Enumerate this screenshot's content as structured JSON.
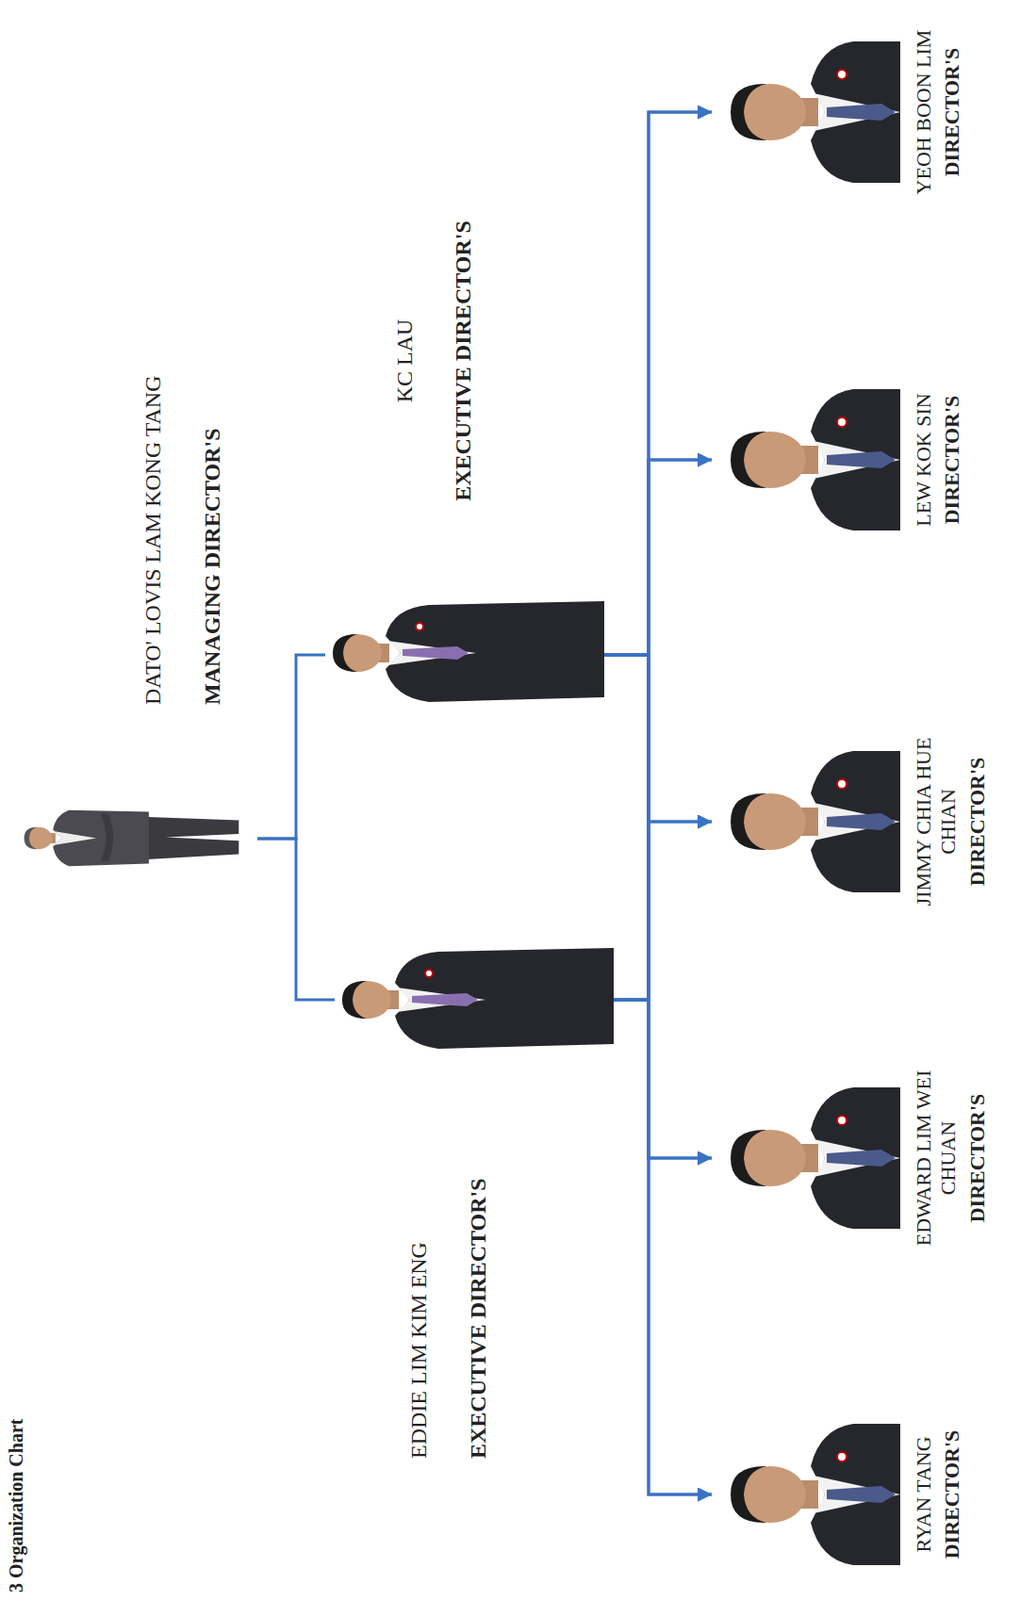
{
  "diagram": {
    "title": "3 Organization Chart",
    "nodes": [
      {
        "text": [
          "DATO' LOVIS LAM KONG TANG",
          "MANAGING DIRECTOR'S"
        ]
      },
      {
        "text": [
          "EDDIE LIM KIM ENG",
          "EXECUTIVE DIRECTOR'S"
        ]
      },
      {
        "text": [
          "KC LAU",
          "EXECUTIVE DIRECTOR'S"
        ]
      },
      {
        "text": [
          "RYAN TANG",
          "DIRECTOR'S"
        ]
      },
      {
        "text": [
          "EDWARD LIM WEI CHUAN",
          "DIRECTOR'S"
        ]
      },
      {
        "text": [
          "JIMMY CHIA HUE CHIAN",
          "DIRECTOR'S"
        ]
      },
      {
        "text": [
          "LEW KOK SIN",
          "DIRECTOR'S"
        ]
      },
      {
        "text": [
          "YEOH BOON LIM",
          "DIRECTOR'S"
        ]
      }
    ],
    "edges": [
      {
        "from": 0,
        "to": 1,
        "arrow": "none"
      },
      {
        "from": 0,
        "to": 2,
        "arrow": "none"
      },
      {
        "from": 1,
        "to": 3,
        "arrow": "to"
      },
      {
        "from": 1,
        "to": 4,
        "arrow": "to"
      },
      {
        "from": 1,
        "to": 5,
        "arrow": "to"
      },
      {
        "from": 1,
        "to": 6,
        "arrow": "to"
      },
      {
        "from": 1,
        "to": 7,
        "arrow": "to"
      },
      {
        "from": 2,
        "to": 3,
        "arrow": "to"
      },
      {
        "from": 2,
        "to": 4,
        "arrow": "to"
      },
      {
        "from": 2,
        "to": 5,
        "arrow": "to"
      },
      {
        "from": 2,
        "to": 6,
        "arrow": "to"
      },
      {
        "from": 2,
        "to": 7,
        "arrow": "to"
      }
    ]
  }
}
